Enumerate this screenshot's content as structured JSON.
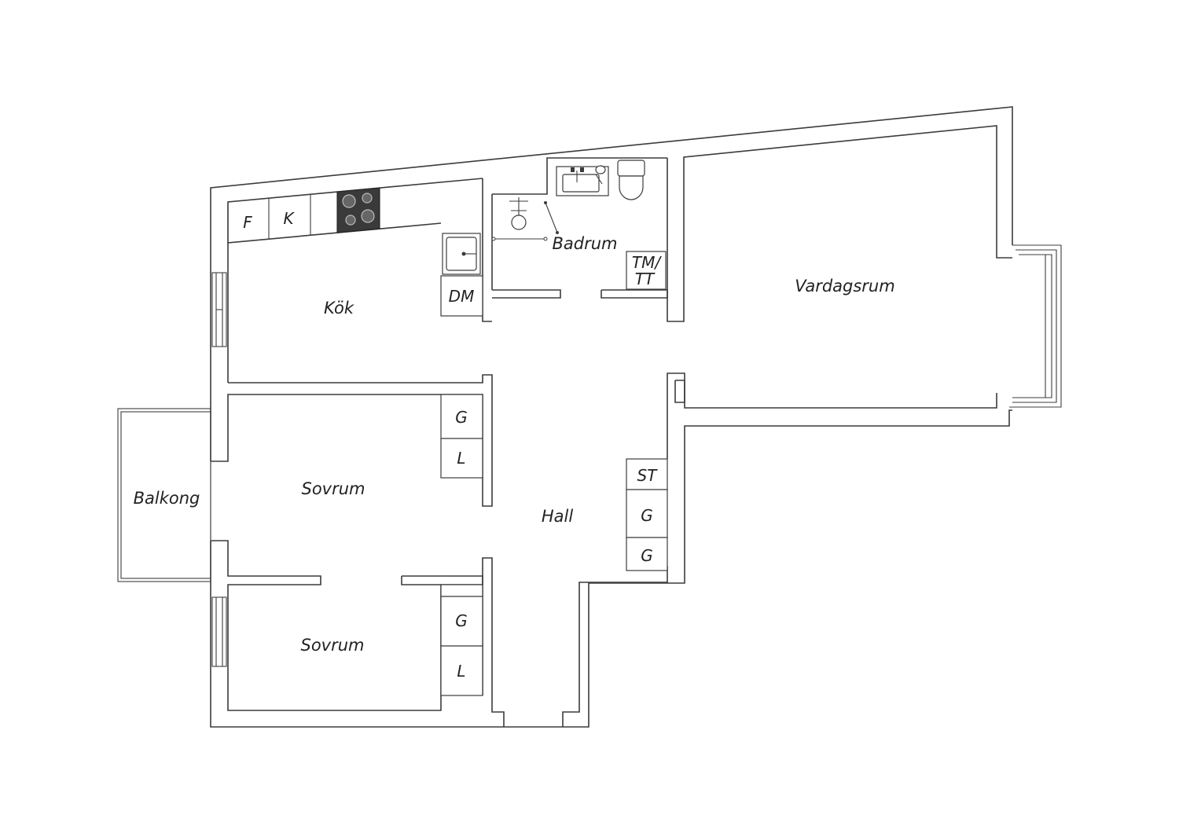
{
  "rooms": {
    "kok": "Kök",
    "badrum": "Badrum",
    "vardagsrum": "Vardagsrum",
    "sovrum_1": "Sovrum",
    "sovrum_2": "Sovrum",
    "balkong": "Balkong",
    "hall": "Hall"
  },
  "units": {
    "fridge": "F",
    "freezer": "K",
    "dishwasher": "DM",
    "washer_dryer_top": "TM/",
    "washer_dryer_bottom": "TT",
    "wardrobe_bed1_g": "G",
    "wardrobe_bed1_l": "L",
    "wardrobe_bed2_g": "G",
    "wardrobe_bed2_l": "L",
    "hall_st": "ST",
    "hall_g1": "G",
    "hall_g2": "G"
  },
  "colors": {
    "wall": "#3c3c3c",
    "stove": "#3a3a3a",
    "label": "#222222"
  }
}
